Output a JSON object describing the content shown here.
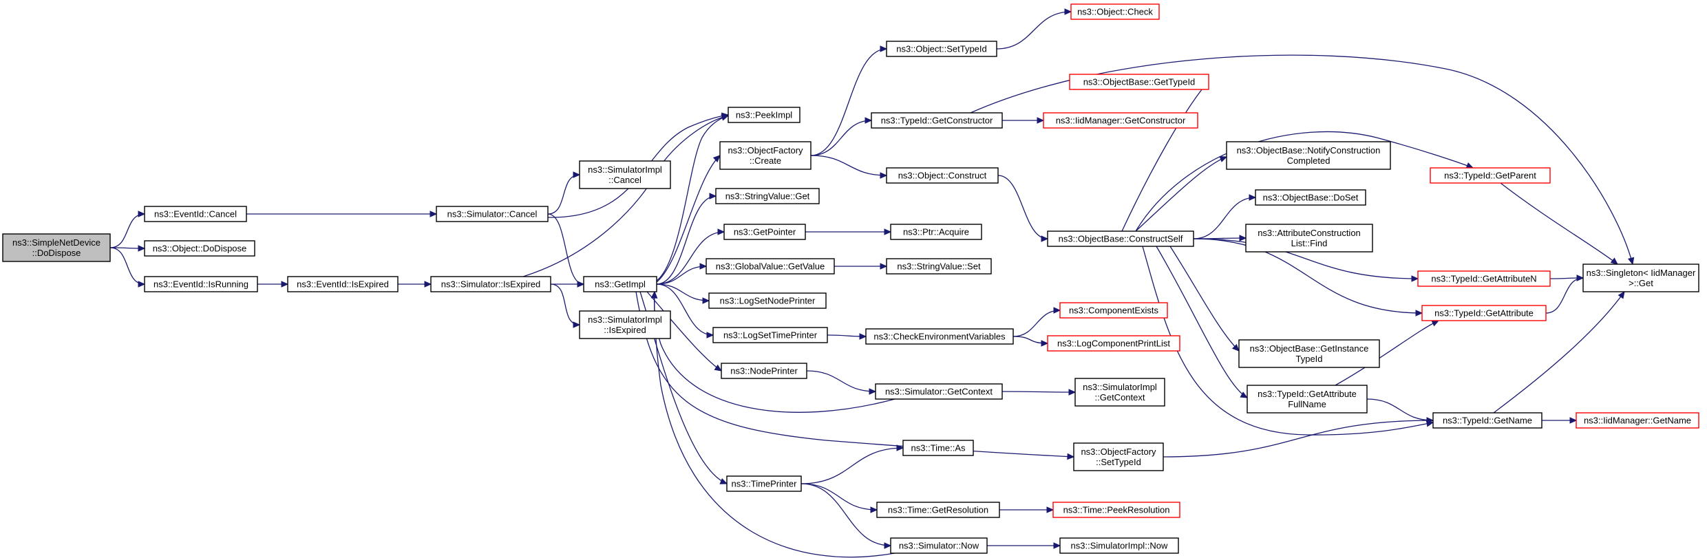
{
  "colors": {
    "edge": "#191970",
    "border": "#000000",
    "truncated_border": "#ff0000",
    "root_fill": "#bfbfbf"
  },
  "nodes": [
    {
      "id": "root",
      "lines": [
        "ns3::SimpleNetDevice",
        "::DoDispose"
      ]
    },
    {
      "id": "ev_cancel",
      "lines": [
        "ns3::EventId::Cancel"
      ]
    },
    {
      "id": "obj_dodispose",
      "lines": [
        "ns3::Object::DoDispose"
      ]
    },
    {
      "id": "ev_isrunning",
      "lines": [
        "ns3::EventId::IsRunning"
      ]
    },
    {
      "id": "ev_isexpired",
      "lines": [
        "ns3::EventId::IsExpired"
      ]
    },
    {
      "id": "sim_cancel",
      "lines": [
        "ns3::Simulator::Cancel"
      ]
    },
    {
      "id": "sim_isexpired",
      "lines": [
        "ns3::Simulator::IsExpired"
      ]
    },
    {
      "id": "simimpl_cancel",
      "lines": [
        "ns3::SimulatorImpl",
        "::Cancel"
      ]
    },
    {
      "id": "simimpl_isexpired",
      "lines": [
        "ns3::SimulatorImpl",
        "::IsExpired"
      ]
    },
    {
      "id": "getimpl",
      "lines": [
        "ns3::GetImpl"
      ]
    },
    {
      "id": "peekimpl",
      "lines": [
        "ns3::PeekImpl"
      ]
    },
    {
      "id": "objfactory_create",
      "lines": [
        "ns3::ObjectFactory",
        "::Create"
      ]
    },
    {
      "id": "stringvalue_get",
      "lines": [
        "ns3::StringValue::Get"
      ]
    },
    {
      "id": "getpointer",
      "lines": [
        "ns3::GetPointer"
      ]
    },
    {
      "id": "globalvalue_getvalue",
      "lines": [
        "ns3::GlobalValue::GetValue"
      ]
    },
    {
      "id": "logsetnodeprinter",
      "lines": [
        "ns3::LogSetNodePrinter"
      ]
    },
    {
      "id": "logsettimeprinter",
      "lines": [
        "ns3::LogSetTimePrinter"
      ]
    },
    {
      "id": "nodeprinter",
      "lines": [
        "ns3::NodePrinter"
      ]
    },
    {
      "id": "timeprinter",
      "lines": [
        "ns3::TimePrinter"
      ]
    },
    {
      "id": "obj_settypeid",
      "lines": [
        "ns3::Object::SetTypeId"
      ]
    },
    {
      "id": "obj_check",
      "lines": [
        "ns3::Object::Check"
      ],
      "red": true
    },
    {
      "id": "typeid_getconstructor",
      "lines": [
        "ns3::TypeId::GetConstructor"
      ]
    },
    {
      "id": "iidmanager_getconstructor",
      "lines": [
        "ns3::IidManager::GetConstructor"
      ],
      "red": true
    },
    {
      "id": "obj_construct",
      "lines": [
        "ns3::Object::Construct"
      ]
    },
    {
      "id": "ptr_acquire",
      "lines": [
        "ns3::Ptr::Acquire"
      ]
    },
    {
      "id": "stringvalue_set",
      "lines": [
        "ns3::StringValue::Set"
      ]
    },
    {
      "id": "checkenvvars",
      "lines": [
        "ns3::CheckEnvironmentVariables"
      ]
    },
    {
      "id": "componentexists",
      "lines": [
        "ns3::ComponentExists"
      ],
      "red": true
    },
    {
      "id": "logcomponentprintlist",
      "lines": [
        "ns3::LogComponentPrintList"
      ],
      "red": true
    },
    {
      "id": "sim_getcontext",
      "lines": [
        "ns3::Simulator::GetContext"
      ]
    },
    {
      "id": "simimpl_getcontext",
      "lines": [
        "ns3::SimulatorImpl",
        "::GetContext"
      ]
    },
    {
      "id": "objfactory_settypeid",
      "lines": [
        "ns3::ObjectFactory",
        "::SetTypeId"
      ]
    },
    {
      "id": "time_as",
      "lines": [
        "ns3::Time::As"
      ]
    },
    {
      "id": "time_getresolution",
      "lines": [
        "ns3::Time::GetResolution"
      ]
    },
    {
      "id": "time_peekresolution",
      "lines": [
        "ns3::Time::PeekResolution"
      ],
      "red": true
    },
    {
      "id": "sim_now",
      "lines": [
        "ns3::Simulator::Now"
      ]
    },
    {
      "id": "simimpl_now",
      "lines": [
        "ns3::SimulatorImpl::Now"
      ]
    },
    {
      "id": "objbase_constructself",
      "lines": [
        "ns3::ObjectBase::ConstructSelf"
      ]
    },
    {
      "id": "objbase_gettypeid",
      "lines": [
        "ns3::ObjectBase::GetTypeId"
      ],
      "red": true
    },
    {
      "id": "objbase_notifyconstruction",
      "lines": [
        "ns3::ObjectBase::NotifyConstruction",
        "Completed"
      ]
    },
    {
      "id": "objbase_doset",
      "lines": [
        "ns3::ObjectBase::DoSet"
      ]
    },
    {
      "id": "attrconstructionlist_find",
      "lines": [
        "ns3::AttributeConstruction",
        "List::Find"
      ]
    },
    {
      "id": "objbase_getinstancetypeid",
      "lines": [
        "ns3::ObjectBase::GetInstance",
        "TypeId"
      ]
    },
    {
      "id": "typeid_getattributefullname",
      "lines": [
        "ns3::TypeId::GetAttribute",
        "FullName"
      ]
    },
    {
      "id": "typeid_getparent",
      "lines": [
        "ns3::TypeId::GetParent"
      ],
      "red": true
    },
    {
      "id": "typeid_getattributen",
      "lines": [
        "ns3::TypeId::GetAttributeN"
      ],
      "red": true
    },
    {
      "id": "typeid_getattribute",
      "lines": [
        "ns3::TypeId::GetAttribute"
      ],
      "red": true
    },
    {
      "id": "typeid_getname",
      "lines": [
        "ns3::TypeId::GetName"
      ]
    },
    {
      "id": "iidmanager_getname",
      "lines": [
        "ns3::IidManager::GetName"
      ],
      "red": true
    },
    {
      "id": "singleton_get",
      "lines": [
        "ns3::Singleton< IidManager",
        ">::Get"
      ]
    }
  ],
  "edges": [
    [
      "root",
      "ev_cancel"
    ],
    [
      "root",
      "obj_dodispose"
    ],
    [
      "root",
      "ev_isrunning"
    ],
    [
      "ev_cancel",
      "sim_cancel"
    ],
    [
      "ev_isrunning",
      "ev_isexpired"
    ],
    [
      "ev_isexpired",
      "sim_isexpired"
    ],
    [
      "sim_cancel",
      "simimpl_cancel"
    ],
    [
      "sim_cancel",
      "getimpl"
    ],
    [
      "sim_cancel",
      "peekimpl"
    ],
    [
      "sim_isexpired",
      "getimpl"
    ],
    [
      "sim_isexpired",
      "simimpl_isexpired"
    ],
    [
      "sim_isexpired",
      "peekimpl"
    ],
    [
      "getimpl",
      "peekimpl"
    ],
    [
      "getimpl",
      "objfactory_create"
    ],
    [
      "getimpl",
      "stringvalue_get"
    ],
    [
      "getimpl",
      "getpointer"
    ],
    [
      "getimpl",
      "globalvalue_getvalue"
    ],
    [
      "getimpl",
      "logsetnodeprinter"
    ],
    [
      "getimpl",
      "logsettimeprinter"
    ],
    [
      "getimpl",
      "nodeprinter"
    ],
    [
      "getimpl",
      "timeprinter"
    ],
    [
      "getimpl",
      "objfactory_settypeid"
    ],
    [
      "objfactory_create",
      "obj_settypeid"
    ],
    [
      "objfactory_create",
      "typeid_getconstructor"
    ],
    [
      "objfactory_create",
      "obj_construct"
    ],
    [
      "obj_settypeid",
      "obj_check"
    ],
    [
      "typeid_getconstructor",
      "iidmanager_getconstructor"
    ],
    [
      "typeid_getconstructor",
      "singleton_get"
    ],
    [
      "obj_construct",
      "objbase_constructself"
    ],
    [
      "getpointer",
      "ptr_acquire"
    ],
    [
      "globalvalue_getvalue",
      "stringvalue_set"
    ],
    [
      "logsettimeprinter",
      "checkenvvars"
    ],
    [
      "checkenvvars",
      "componentexists"
    ],
    [
      "checkenvvars",
      "logcomponentprintlist"
    ],
    [
      "nodeprinter",
      "sim_getcontext"
    ],
    [
      "sim_getcontext",
      "getimpl"
    ],
    [
      "sim_getcontext",
      "simimpl_getcontext"
    ],
    [
      "objfactory_settypeid",
      "typeid_getname"
    ],
    [
      "timeprinter",
      "time_as"
    ],
    [
      "timeprinter",
      "time_getresolution"
    ],
    [
      "timeprinter",
      "sim_now"
    ],
    [
      "time_getresolution",
      "time_peekresolution"
    ],
    [
      "sim_now",
      "getimpl"
    ],
    [
      "sim_now",
      "simimpl_now"
    ],
    [
      "objbase_constructself",
      "objbase_gettypeid"
    ],
    [
      "objbase_constructself",
      "objbase_notifyconstruction"
    ],
    [
      "objbase_constructself",
      "objbase_doset"
    ],
    [
      "objbase_constructself",
      "attrconstructionlist_find"
    ],
    [
      "objbase_constructself",
      "objbase_getinstancetypeid"
    ],
    [
      "objbase_constructself",
      "typeid_getattributefullname"
    ],
    [
      "objbase_constructself",
      "typeid_getparent"
    ],
    [
      "objbase_constructself",
      "typeid_getattributen"
    ],
    [
      "objbase_constructself",
      "typeid_getattribute"
    ],
    [
      "objbase_constructself",
      "typeid_getname"
    ],
    [
      "typeid_getattributefullname",
      "typeid_getattribute"
    ],
    [
      "typeid_getattributefullname",
      "typeid_getname"
    ],
    [
      "typeid_getparent",
      "singleton_get"
    ],
    [
      "typeid_getattributen",
      "singleton_get"
    ],
    [
      "typeid_getattribute",
      "singleton_get"
    ],
    [
      "typeid_getname",
      "singleton_get"
    ],
    [
      "typeid_getname",
      "iidmanager_getname"
    ]
  ]
}
